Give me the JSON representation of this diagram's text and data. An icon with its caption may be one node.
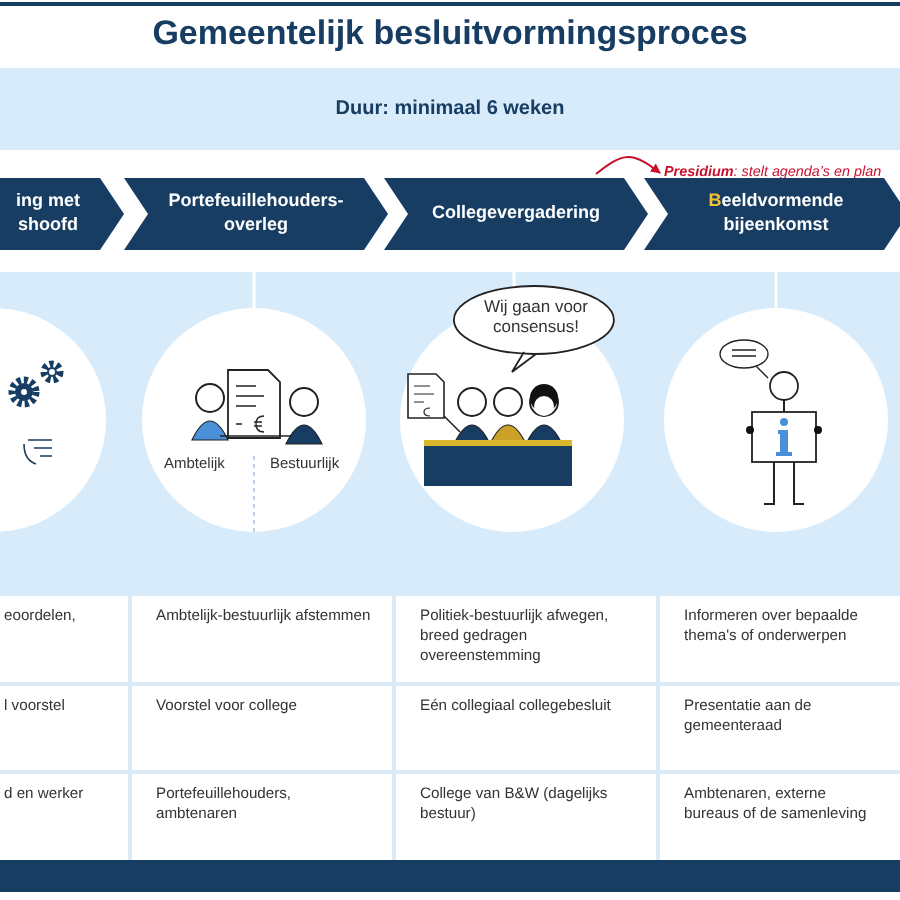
{
  "diagram": {
    "title": "Gemeentelijk besluitvormingsproces",
    "nodes": [
      {
        "text": [
          "**Presidium**: stelt agenda’s en plan"
        ]
      },
      {
        "text": [
          "ing met shoofd"
        ]
      },
      {
        "text": [
          "Portefeuillehouders-overleg"
        ]
      },
      {
        "text": [
          "Collegevergadering"
        ]
      },
      {
        "text": [
          "Beeldvormende bijeenkomst"
        ]
      },
      {
        "text": [],
        "shape": "circle"
      },
      {
        "text": [
          "Ambtelijk",
          "Bestuurlijk"
        ]
      },
      {
        "text": [
          "Wij gaan voor consensus!"
        ]
      },
      {
        "text": [],
        "shape": "circle"
      }
    ],
    "edges": [
      {
        "from": 3,
        "to": 0,
        "arrow": "to",
        "color": "#c8102e"
      }
    ],
    "labels": [
      "Duur: minimaal 6 weken",
      "eoordelen,",
      "Ambtelijk-bestuurlijk afstemmen",
      "Politiek-bestuurlijk afwegen, breed gedragen overeenstemming",
      "Informeren over bepaalde thema's of onderwerpen",
      "l voorstel",
      "Voorstel voor college",
      "Eén collegiaal collegebesluit",
      "Presentatie aan de gemeenteraad",
      "d en werker",
      "Portefeuillehouders, ambtenaren",
      "College van B&W (dagelijks bestuur)",
      "Ambtenaren, externe bureaus of de samenleving"
    ]
  }
}
